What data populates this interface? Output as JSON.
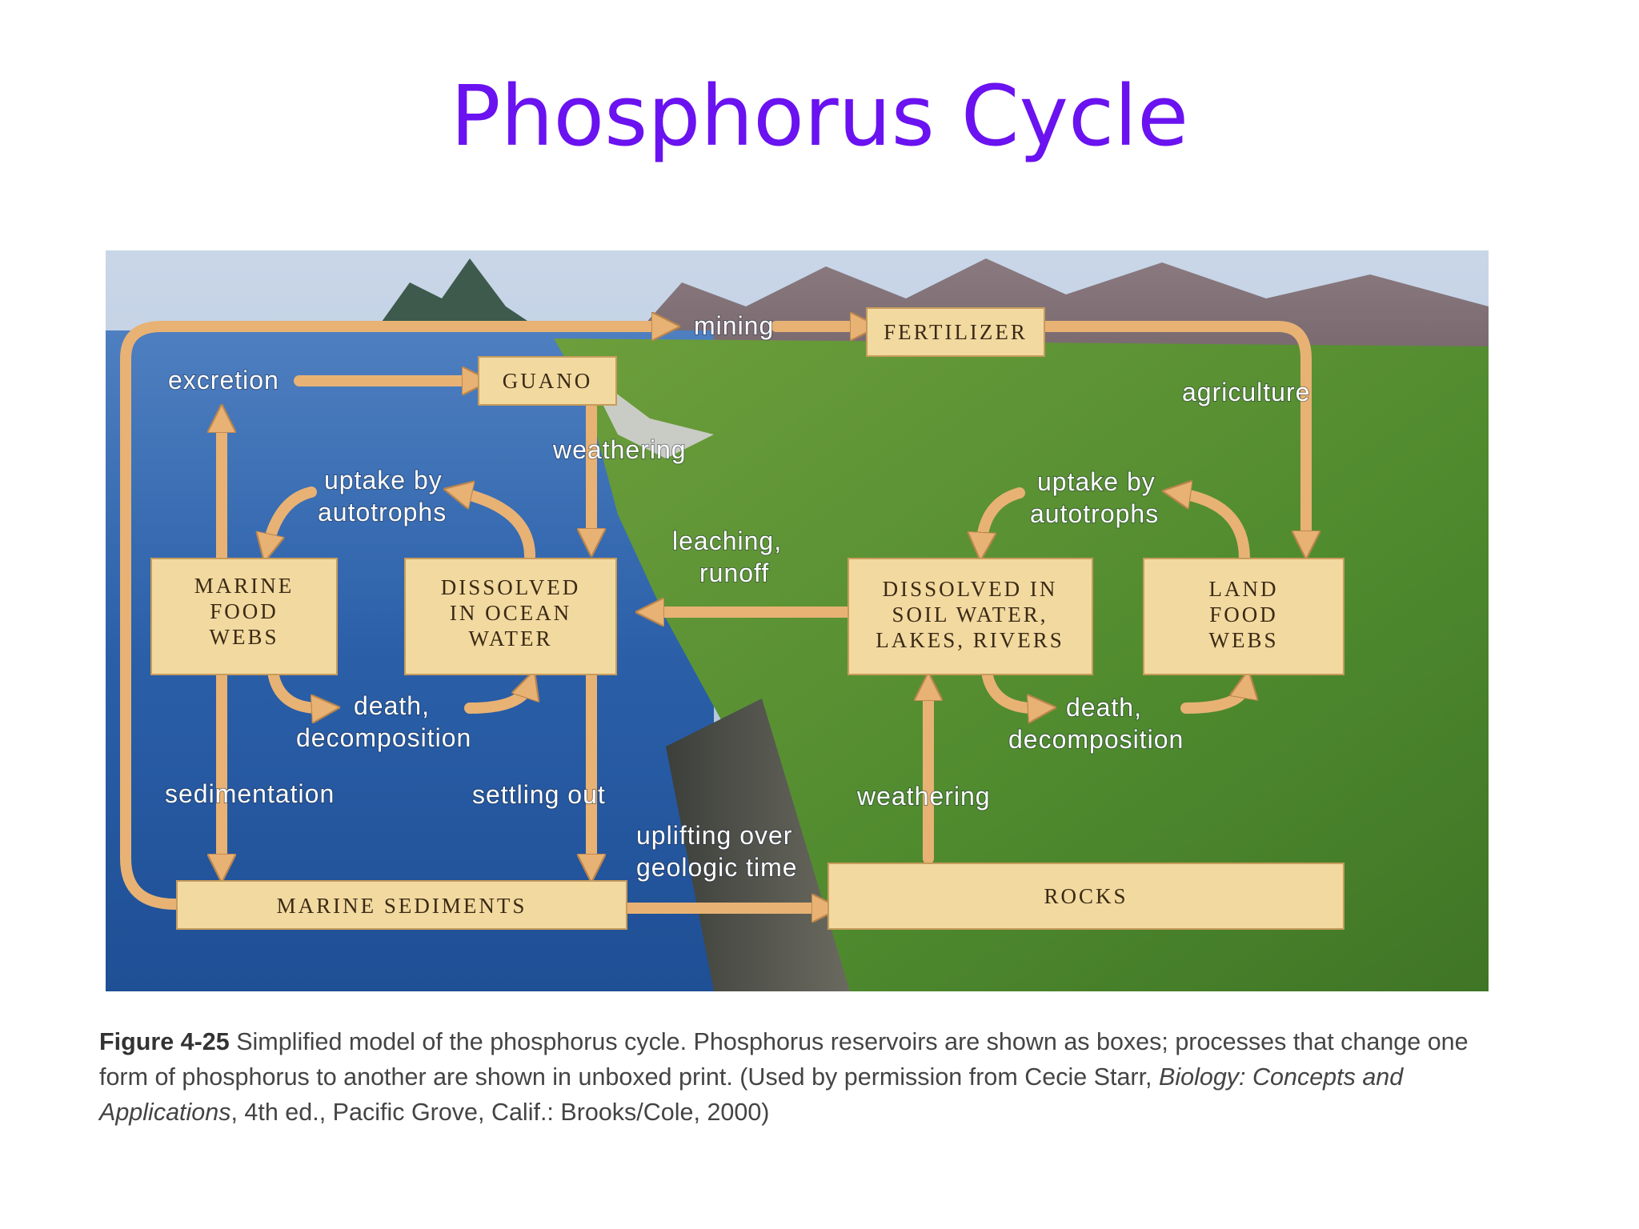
{
  "slide": {
    "title": "Phosphorus Cycle"
  },
  "colors": {
    "title": "#6a12f0",
    "box_fill": "#f2d9a0",
    "arrow": "#e8b274",
    "ocean": "#2a5fa8",
    "land": "#4f8a2e"
  },
  "boxes": {
    "fertilizer": [
      "FERTILIZER"
    ],
    "guano": [
      "GUANO"
    ],
    "marine_food_webs": [
      "MARINE",
      "FOOD",
      "WEBS"
    ],
    "dissolved_ocean": [
      "DISSOLVED",
      "IN OCEAN",
      "WATER"
    ],
    "dissolved_soil": [
      "DISSOLVED IN",
      "SOIL WATER,",
      "LAKES, RIVERS"
    ],
    "land_food_webs": [
      "LAND",
      "FOOD",
      "WEBS"
    ],
    "marine_sediments": [
      "MARINE SEDIMENTS"
    ],
    "rocks": [
      "ROCKS"
    ]
  },
  "processes": {
    "mining": [
      "mining"
    ],
    "excretion": [
      "excretion"
    ],
    "agriculture": [
      "agriculture"
    ],
    "weathering_guano": [
      "weathering"
    ],
    "uptake_marine": [
      "uptake by",
      "autotrophs"
    ],
    "uptake_land": [
      "uptake by",
      "autotrophs"
    ],
    "leaching": [
      "leaching,",
      "runoff"
    ],
    "death_marine": [
      "death,",
      "decomposition"
    ],
    "death_land": [
      "death,",
      "decomposition"
    ],
    "sedimentation": [
      "sedimentation"
    ],
    "settling": [
      "settling out"
    ],
    "weathering_rocks": [
      "weathering"
    ],
    "uplifting": [
      "uplifting over",
      "geologic time"
    ]
  },
  "caption": {
    "label": "Figure 4-25",
    "text_1": " Simplified model of the phosphorus cycle. Phosphorus reservoirs are shown as boxes; processes that change one form of phosphorus to another are shown in unboxed print. (Used by permission from Cecie Starr, ",
    "book": "Biology: Concepts and Applications",
    "text_2": ", 4th ed., Pacific Grove, Calif.: Brooks/Cole, 2000)"
  }
}
